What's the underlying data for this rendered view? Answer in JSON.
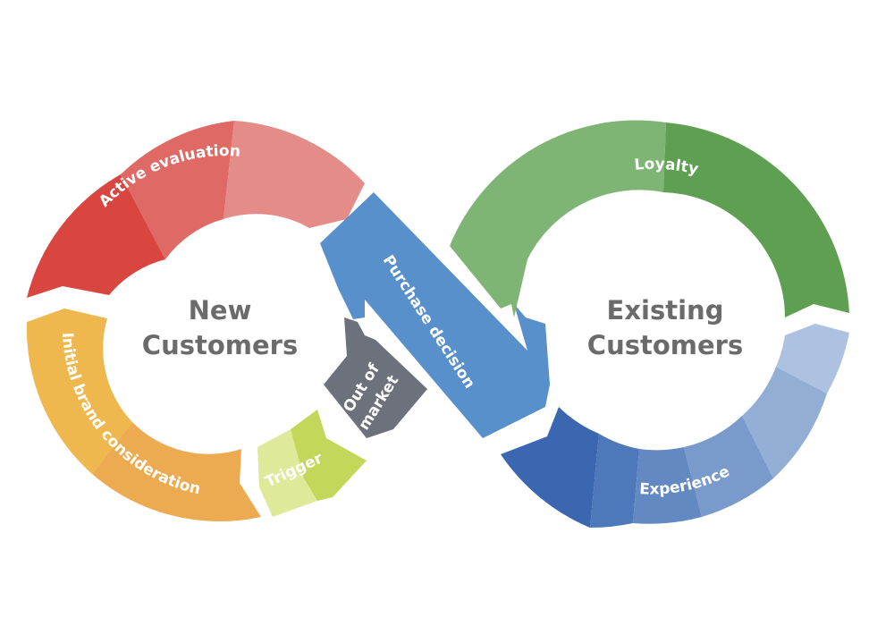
{
  "diagram": {
    "title": "Customer journey infinity loop",
    "left_loop": {
      "center_label_line1": "New",
      "center_label_line2": "Customers"
    },
    "right_loop": {
      "center_label_line1": "Existing",
      "center_label_line2": "Customers"
    },
    "segments": {
      "active_evaluation": {
        "label": "Active evaluation",
        "colors": [
          "#d9453f",
          "#df6a65",
          "#e38c88"
        ]
      },
      "initial_brand_consideration": {
        "label": "Initial brand consideration",
        "colors": [
          "#efb84e",
          "#ecab50",
          "#e9a453"
        ]
      },
      "trigger": {
        "label": "Trigger",
        "colors": [
          "#dfe99a",
          "#c3d85b"
        ]
      },
      "out_of_market": {
        "label": "Out of market",
        "label_line1": "Out of",
        "label_line2": "market",
        "colors": [
          "#6c717c"
        ]
      },
      "purchase_decision": {
        "label": "Purchase decision",
        "colors": [
          "#5790cb"
        ]
      },
      "loyalty": {
        "label": "Loyalty",
        "colors": [
          "#7fb574",
          "#5e9f52"
        ]
      },
      "experience": {
        "label": "Experience",
        "colors": [
          "#3a67af",
          "#4d78b9",
          "#6389c3",
          "#7a9acb",
          "#93aed5",
          "#adc2e0"
        ]
      }
    }
  }
}
